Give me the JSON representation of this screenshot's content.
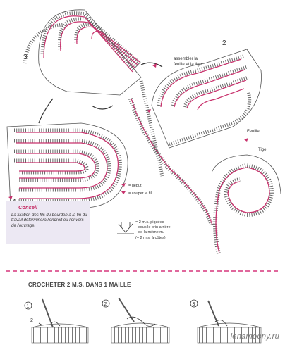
{
  "diagram": {
    "labels": {
      "num3": "3",
      "num2": "2",
      "num1": "1",
      "assemble_line1": "assembler la",
      "assemble_line2": "feuille et la tige",
      "feuille": "Feuille",
      "tige": "Tige"
    },
    "legend": {
      "debut": "= début",
      "couper": "= couper le fil",
      "stitch_line1": "= 2 m.s. piquées",
      "stitch_line2": "sous le brin arrière",
      "stitch_line3": "de la même m.",
      "stitch_line4": "(= 2 m.s. à côtes)"
    },
    "colors": {
      "cord": "#c8316c",
      "stitch": "#555555",
      "box": "#ece8f3",
      "rule": "#e0679c"
    }
  },
  "conseil": {
    "title": "Conseil",
    "text": "La fixation des fils du bourdon à la fin du travail déterminera l'endroit ou l'envers de l'ouvrage."
  },
  "steps": {
    "title": "CROCHETER 2 M.S. DANS 1 MAILLE",
    "items": [
      {
        "number": "1",
        "extra_label": "2"
      },
      {
        "number": "2"
      },
      {
        "number": "3"
      }
    ]
  },
  "watermark": "lenamoony.ru"
}
